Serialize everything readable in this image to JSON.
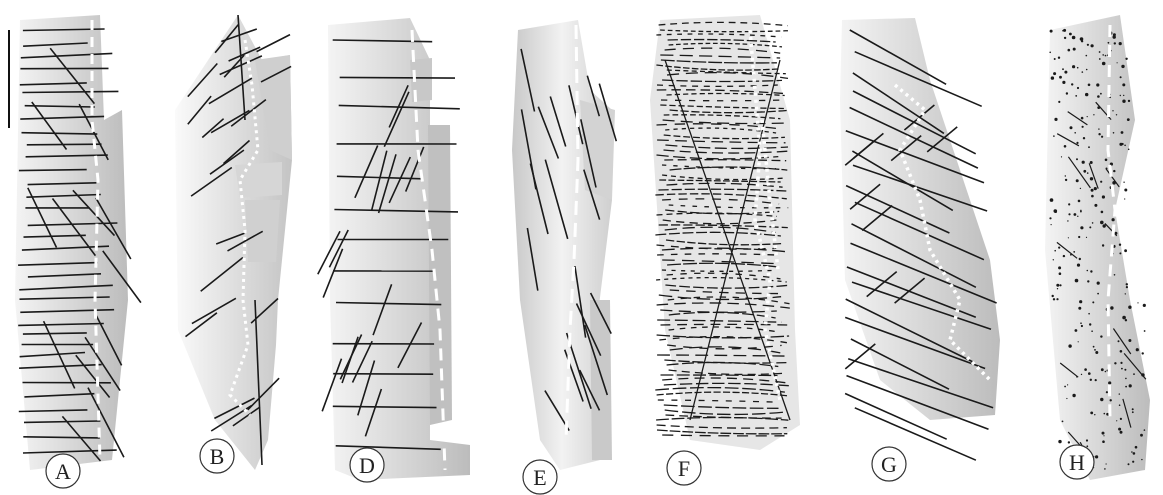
{
  "figure": {
    "panels": [
      {
        "id": "A",
        "label": "A"
      },
      {
        "id": "B",
        "label": "B"
      },
      {
        "id": "D",
        "label": "D"
      },
      {
        "id": "E",
        "label": "E"
      },
      {
        "id": "F",
        "label": "F"
      },
      {
        "id": "G",
        "label": "G"
      },
      {
        "id": "H",
        "label": "H"
      }
    ],
    "colors": {
      "core_fill": "#dcdcdc",
      "core_shade": "#b8b8b8",
      "fracture_line": "#1a1a1a",
      "trace_dashed": "#ffffff",
      "label_circle": "#333333"
    }
  }
}
